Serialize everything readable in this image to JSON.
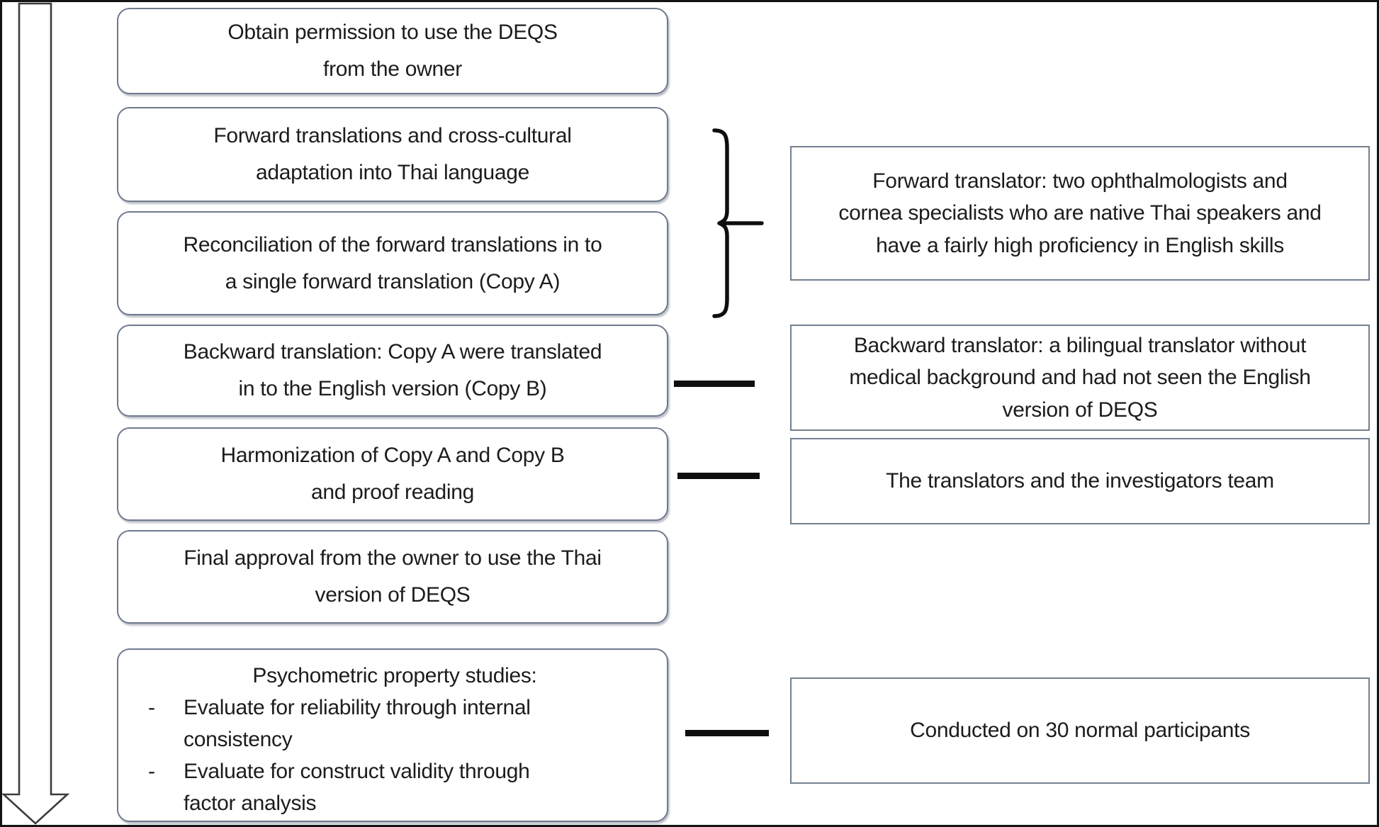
{
  "diagram": {
    "left_boxes": [
      {
        "text": "Obtain permission to use the DEQS\nfrom the owner"
      },
      {
        "text": "Forward translations and cross-cultural\nadaptation into Thai language"
      },
      {
        "text": "Reconciliation of the forward translations in to\na single forward translation (Copy A)"
      },
      {
        "text": "Backward translation: Copy A were translated\nin to the English version (Copy B)"
      },
      {
        "text": "Harmonization of Copy A and Copy B\nand proof reading"
      },
      {
        "text": "Final approval from the owner to use the Thai\nversion of DEQS"
      },
      {
        "title": "Psychometric property studies:",
        "bullets": [
          {
            "marker": "-",
            "text": "Evaluate for reliability through internal\nconsistency"
          },
          {
            "marker": "-",
            "text": "Evaluate for construct validity through\nfactor analysis"
          }
        ]
      }
    ],
    "right_boxes": [
      {
        "text": "Forward translator: two ophthalmologists and\ncornea specialists who are native Thai speakers and\nhave a fairly high proficiency in English skills"
      },
      {
        "text": "Backward translator: a bilingual translator without\nmedical background and had not seen the English\nversion of DEQS"
      },
      {
        "text": "The translators and the investigators team"
      },
      {
        "text": "Conducted on 30 normal participants"
      }
    ],
    "colors": {
      "rounded_box_border": "#6e7a8c",
      "square_box_border": "#72808e",
      "connector": "#0e0e0e",
      "arrow_outline": "#3c3c3c",
      "text": "#1c1c1c",
      "frame": "#141414"
    }
  }
}
